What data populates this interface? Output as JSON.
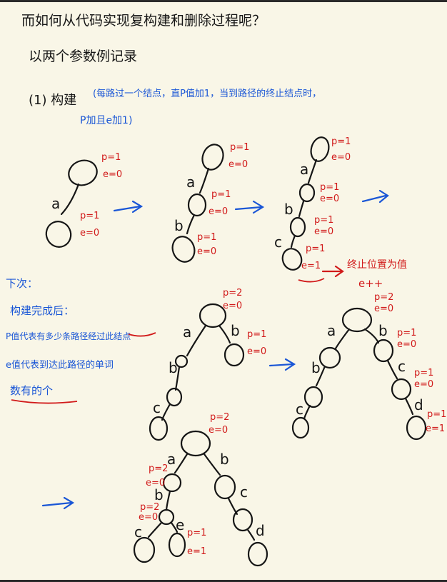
{
  "notes": {
    "line1": "而如何从代码实现复构建和删除过程呢？",
    "line2": "以两个参数例记录",
    "step_label": "(1) 构建",
    "step_desc_1": "(每路过一个结点，直P值加1，当到路径的终止结点时，",
    "step_desc_2": "P加且e加1)",
    "terminal_note": "终止位置为值",
    "terminal_expr": "e++",
    "side_title": "下次：",
    "side_1": "构建完成后：",
    "side_2": "P值代表有多少条路径经过此结点",
    "side_3": "e值代表到达此路径的单词",
    "side_4": "数有的个"
  },
  "labels": {
    "p1": "p=1",
    "p2": "p=2",
    "e0": "e=0",
    "e1": "e=1",
    "a": "a",
    "b": "b",
    "c": "c",
    "d": "d",
    "e": "e"
  },
  "colors": {
    "ink": "#161616",
    "blue": "#1a56d6",
    "red": "#d11a1a",
    "paper": "#f9f6e7"
  }
}
